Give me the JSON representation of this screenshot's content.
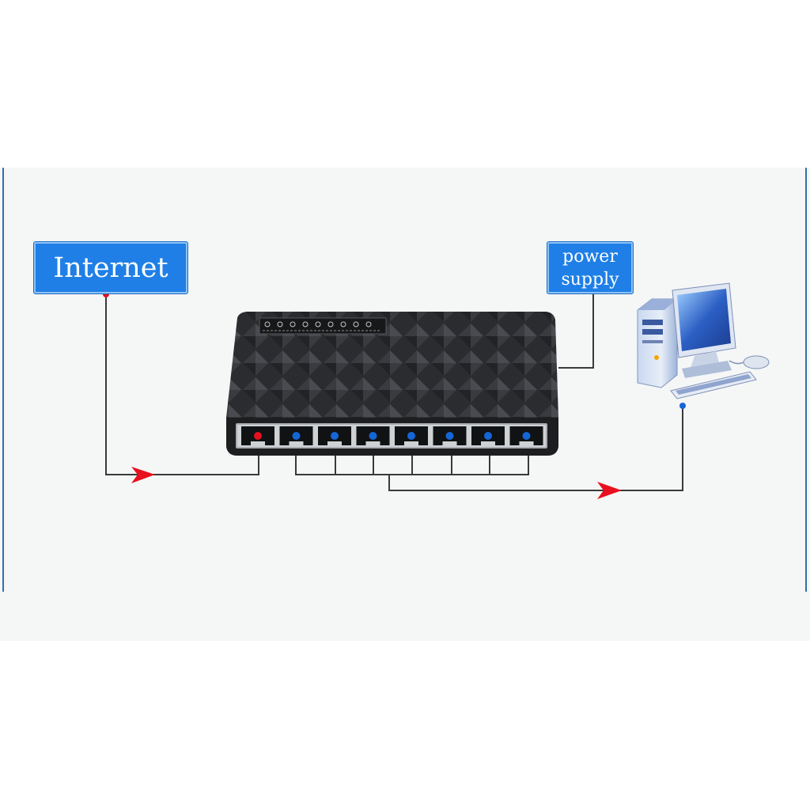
{
  "labels": {
    "internet": "Internet",
    "power_line1": "power",
    "power_line2": "supply"
  },
  "switch": {
    "port_count": 8,
    "uplink_port": 1
  },
  "colors": {
    "label_bg": "#1f7fe6",
    "uplink_dot": "#e3101f",
    "port_dot": "#1466d6",
    "arrow": "#e8101e",
    "wire": "#3a3a3a"
  },
  "icons": [
    "network-switch-icon",
    "desktop-computer-icon"
  ]
}
